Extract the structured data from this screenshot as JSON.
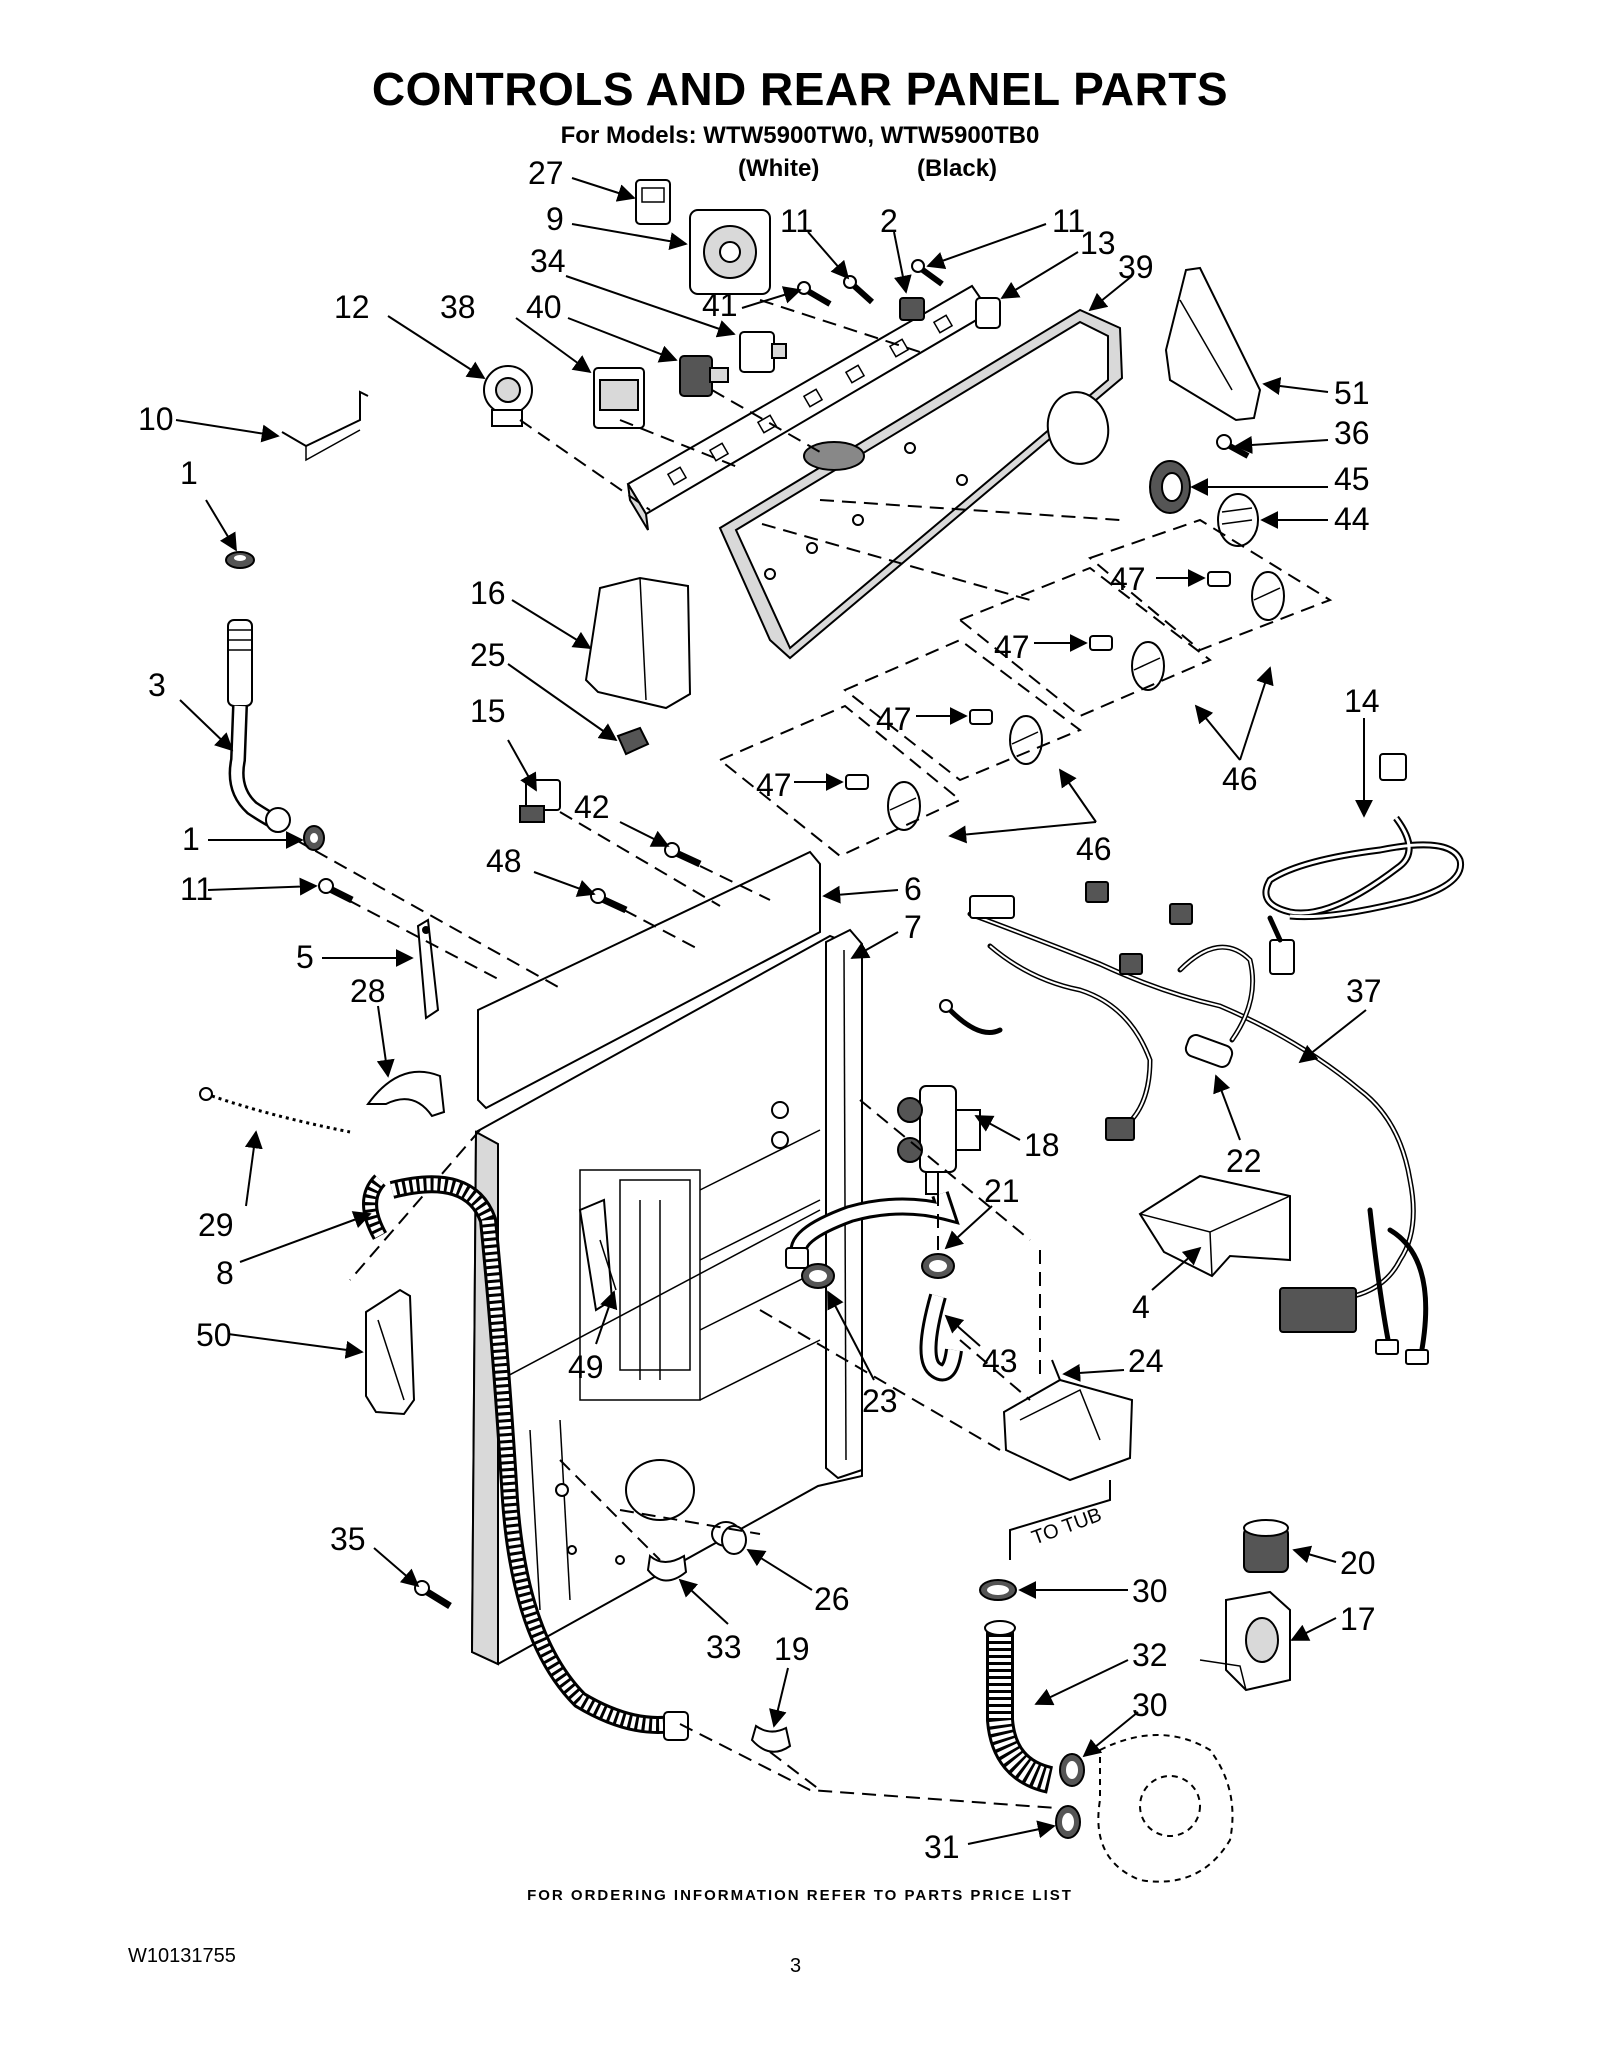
{
  "header": {
    "title": "CONTROLS AND REAR PANEL PARTS",
    "subtitle": "For Models: WTW5900TW0, WTW5900TB0",
    "variant_white": "(White)",
    "variant_black": "(Black)"
  },
  "callouts": {
    "c27": "27",
    "c9": "9",
    "c11a": "11",
    "c2": "2",
    "c11b": "11",
    "c13": "13",
    "c39": "39",
    "c34": "34",
    "c41": "41",
    "c12": "12",
    "c38": "38",
    "c40": "40",
    "c51": "51",
    "c10": "10",
    "c36": "36",
    "c45": "45",
    "c44": "44",
    "c1a": "1",
    "c16": "16",
    "c47a": "47",
    "c47b": "47",
    "c47c": "47",
    "c47d": "47",
    "c25": "25",
    "c3": "3",
    "c15": "15",
    "c46a": "46",
    "c46b": "46",
    "c14": "14",
    "c42": "42",
    "c1b": "1",
    "c48": "48",
    "c11c": "11",
    "c6": "6",
    "c7": "7",
    "c5": "5",
    "c28": "28",
    "c37": "37",
    "c18": "18",
    "c22": "22",
    "c21": "21",
    "c29": "29",
    "c8": "8",
    "c4": "4",
    "c50": "50",
    "c49": "49",
    "c43": "43",
    "c24": "24",
    "c23": "23",
    "c35": "35",
    "c26": "26",
    "c20": "20",
    "c30a": "30",
    "c33": "33",
    "c19": "19",
    "c17": "17",
    "c32": "32",
    "c30b": "30",
    "c31": "31"
  },
  "tub_label": "TO TUB",
  "footer": {
    "note": "FOR ORDERING INFORMATION REFER TO PARTS PRICE LIST",
    "doc_number": "W10131755",
    "page_number": "3"
  }
}
